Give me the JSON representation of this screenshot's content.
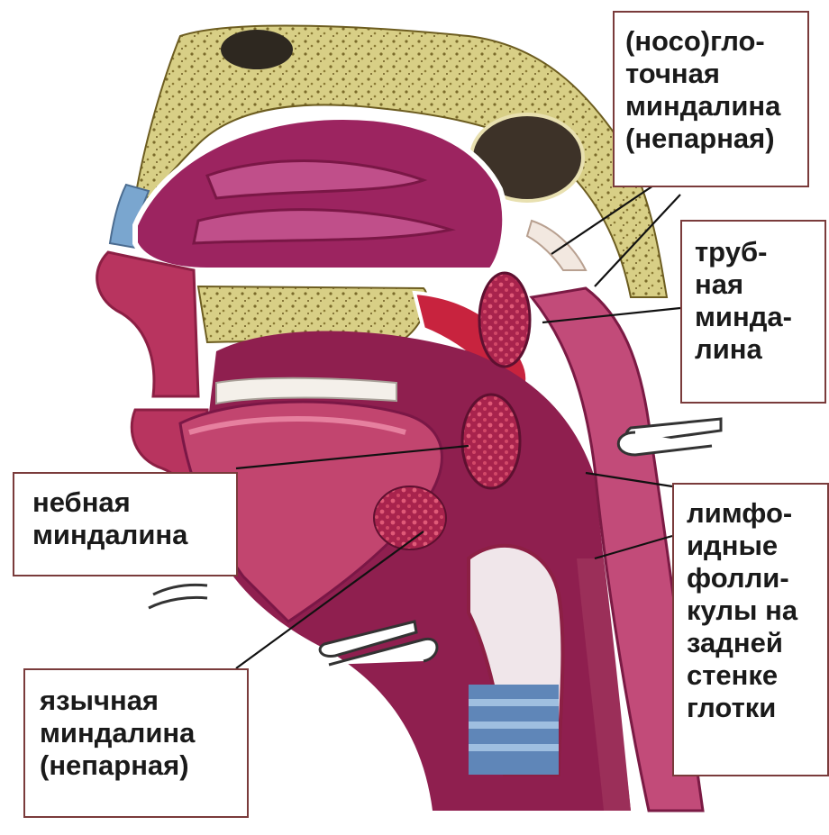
{
  "labels": {
    "nasopharyngeal": [
      "(носо)гло-",
      "точная",
      "миндалина",
      "(непарная)"
    ],
    "tubal": [
      "труб-",
      "ная",
      "минда-",
      "лина"
    ],
    "palatine": [
      "небная",
      "миндалина"
    ],
    "lymphoid_follicles": [
      "лимфо-",
      "идные",
      "фолли-",
      "кулы на",
      "задней",
      "стенке",
      "глотки"
    ],
    "lingual": [
      "язычная",
      "миндалина",
      "(непарная)"
    ]
  },
  "colors": {
    "tissue_magenta": "#a3245d",
    "tissue_dark": "#6e1238",
    "bone_yellow": "#d9d18a",
    "tonsil_red": "#c8233e",
    "cartilage_blue": "#6f9cc4",
    "label_border": "#7a3b3b"
  }
}
